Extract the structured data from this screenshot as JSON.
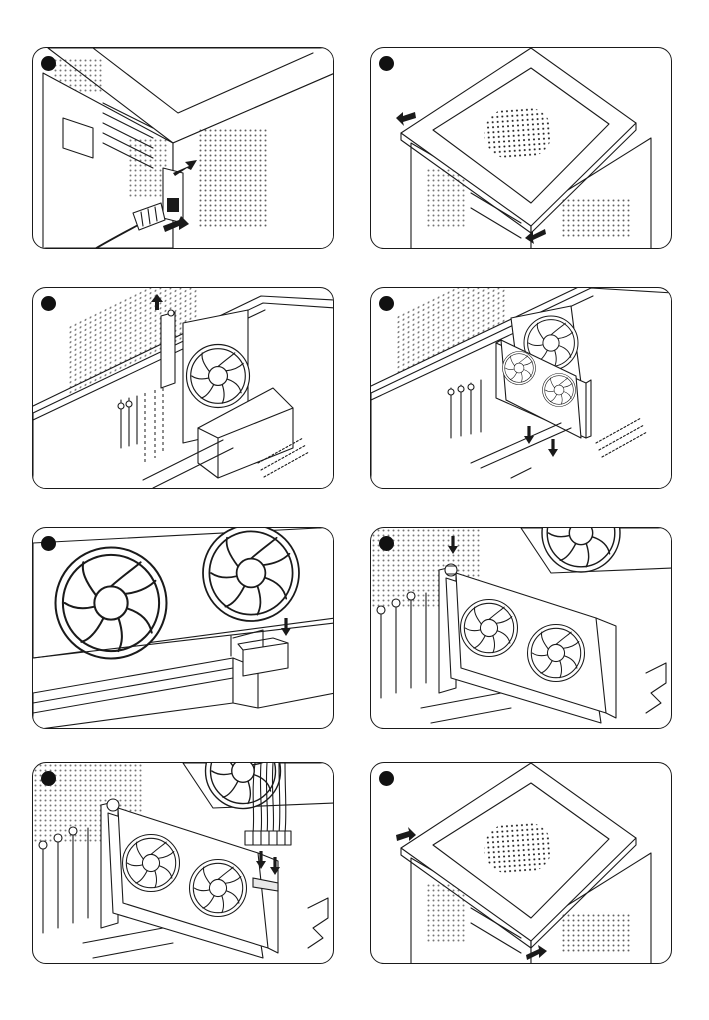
{
  "steps": [
    {
      "id": 1,
      "icon": "unplug-power-cable"
    },
    {
      "id": 2,
      "icon": "slide-side-panel-off"
    },
    {
      "id": 3,
      "icon": "remove-slot-covers"
    },
    {
      "id": 4,
      "icon": "insert-graphics-card"
    },
    {
      "id": 5,
      "icon": "press-into-pcie-slot"
    },
    {
      "id": 6,
      "icon": "fasten-bracket-screw"
    },
    {
      "id": 7,
      "icon": "connect-pcie-power-cable"
    },
    {
      "id": 8,
      "icon": "slide-side-panel-on"
    }
  ],
  "colors": {
    "line": "#1a1a1a",
    "background": "#ffffff",
    "fill": "#e8e8e8"
  }
}
